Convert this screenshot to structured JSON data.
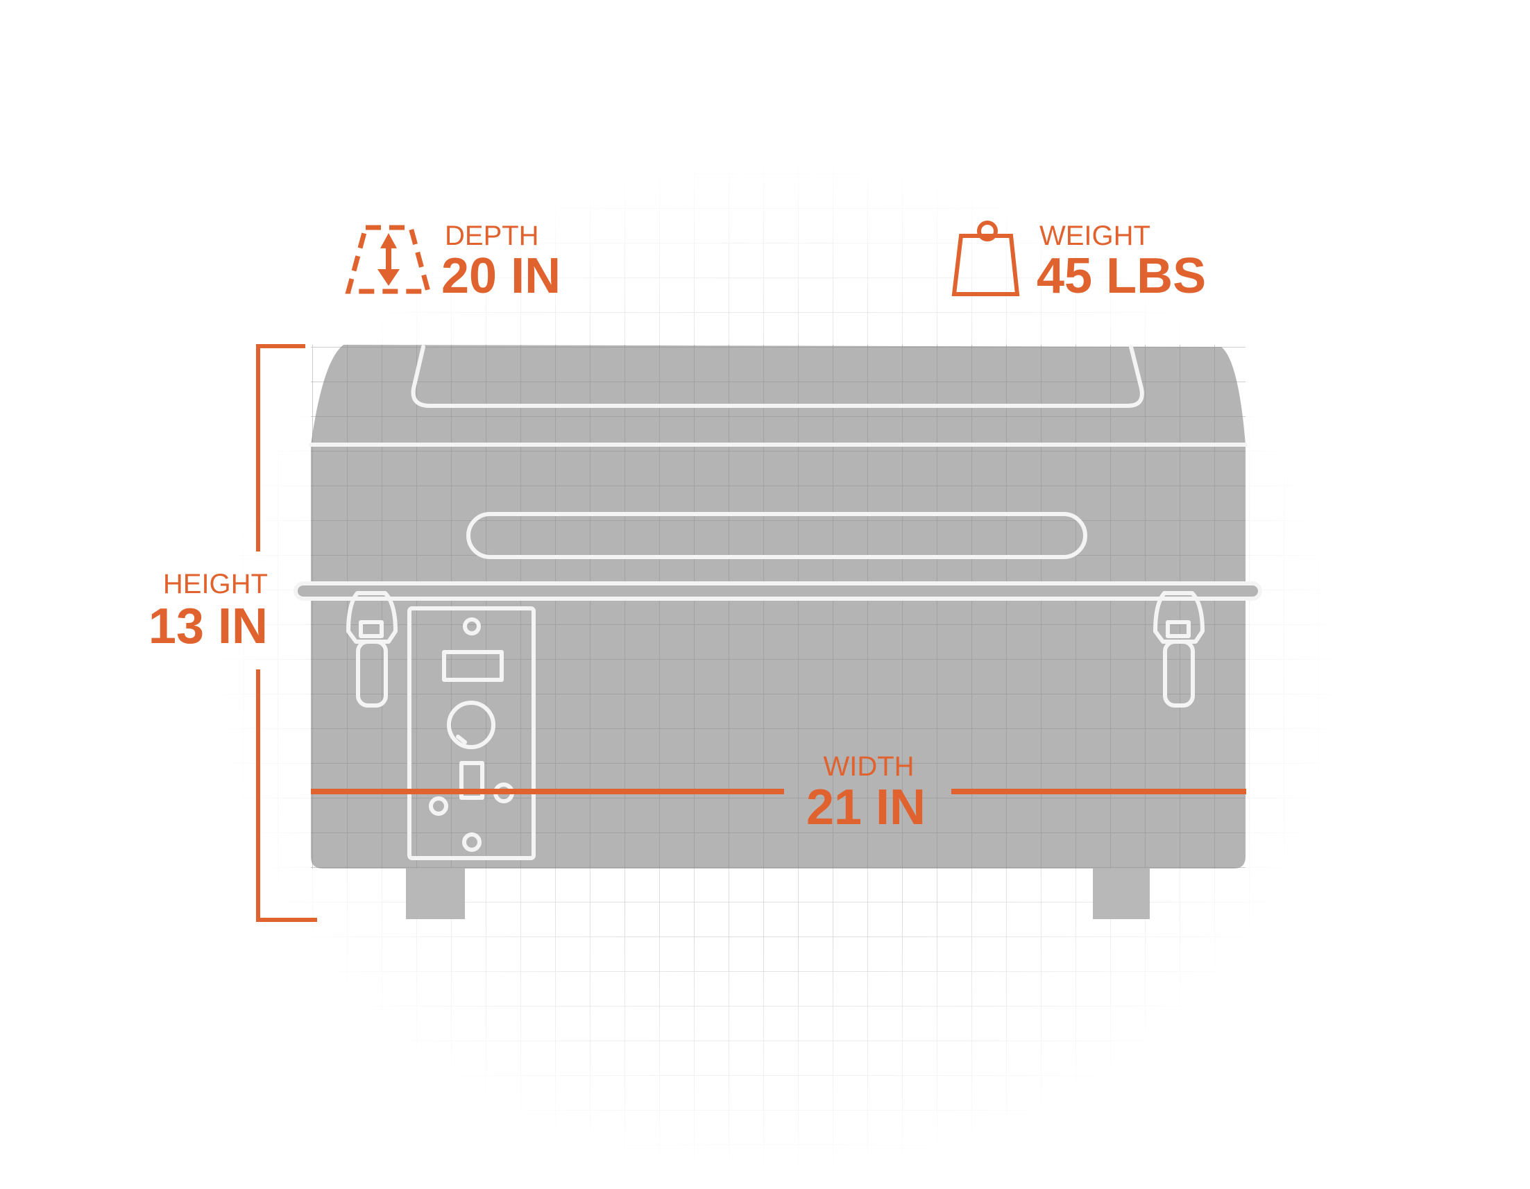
{
  "dimensions": {
    "depth": {
      "label": "DEPTH",
      "value": "20 IN"
    },
    "weight": {
      "label": "WEIGHT",
      "value": "45 LBS"
    },
    "height": {
      "label": "HEIGHT",
      "value": "13 IN"
    },
    "width": {
      "label": "WIDTH",
      "value": "21 IN"
    }
  },
  "colors": {
    "accent": "#e0622e",
    "grill": "#b4b4b4",
    "chalk": "#f4f4f4"
  },
  "icons": [
    "depth-arrow-icon",
    "weight-icon"
  ]
}
